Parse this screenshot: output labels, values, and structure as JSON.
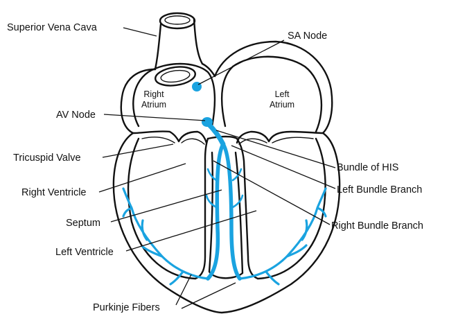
{
  "labels": {
    "superior_vena_cava": "Superior Vena Cava",
    "sa_node": "SA Node",
    "av_node": "AV Node",
    "tricuspid_valve": "Tricuspid Valve",
    "right_ventricle": "Right Ventricle",
    "septum": "Septum",
    "left_ventricle": "Left Ventricle",
    "purkinje_fibers": "Purkinje Fibers",
    "bundle_of_his": "Bundle of HIS",
    "left_bundle_branch": "Left Bundle Branch",
    "right_bundle_branch": "Right Bundle Branch",
    "right_atrium_line1": "Right",
    "right_atrium_line2": "Atrium",
    "left_atrium_line1": "Left",
    "left_atrium_line2": "Atrium"
  },
  "colors": {
    "conduction": "#1aa3e0",
    "outline": "#111111"
  }
}
